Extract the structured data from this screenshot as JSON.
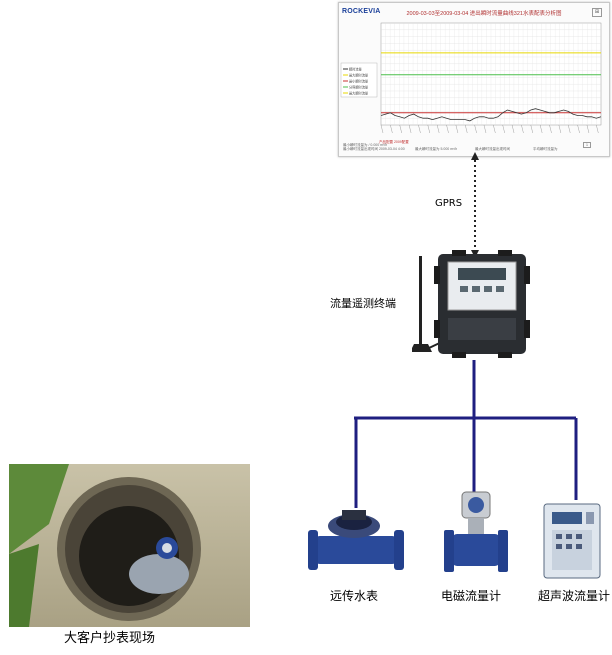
{
  "screenshot": {
    "brand": "ROCKEVIA",
    "title": "2009-03-03至2009-03-04  进出瞬时流量曲线321水表配表分析图",
    "footer_title": "产品配置 2009配置",
    "footer_lines": [
      "最小瞬时流量为 / 0.000 m³/h",
      "最小瞬时流量出现时间 2009-03-04 4:00",
      "最大瞬时流量为 5.000 m³/h",
      "最大瞬时流量出现时间",
      "平均瞬时流量为"
    ],
    "footer_page": "1",
    "legend": [
      "瞬时流量",
      "最大瞬时流量",
      "最小瞬时流量",
      "分界瞬时流量",
      "最大瞬时流量"
    ],
    "colors": {
      "upper": "#e8d800",
      "middle": "#4cbf4c",
      "lower": "#c83232",
      "series": "#333333"
    }
  },
  "labels": {
    "gprs": "GPRS",
    "terminal": "流量遥测终端",
    "water_meter": "远传水表",
    "em_flowmeter": "电磁流量计",
    "ultrasonic_flowmeter": "超声波流量计",
    "site": "大客户抄表现场"
  },
  "chart_data": {
    "type": "line",
    "x_count": 48,
    "ylim": [
      0,
      7.5
    ],
    "series": [
      {
        "values": [
          5.3,
          5.3,
          5.3,
          5.3,
          5.3,
          5.3,
          5.3,
          5.3,
          5.3,
          5.3,
          5.3,
          5.3,
          5.3,
          5.3,
          5.3,
          5.3,
          5.3,
          5.3,
          5.3,
          5.3,
          5.3,
          5.3,
          5.3,
          5.3,
          5.3,
          5.3,
          5.3,
          5.3,
          5.3,
          5.3,
          5.3,
          5.3,
          5.3,
          5.3,
          5.3,
          5.3,
          5.3,
          5.3,
          5.3,
          5.3,
          5.3,
          5.3,
          5.3,
          5.3,
          5.3,
          5.3,
          5.3,
          5.3
        ],
        "color": "upper"
      },
      {
        "values": [
          3.7,
          3.7,
          3.7,
          3.7,
          3.7,
          3.7,
          3.7,
          3.7,
          3.7,
          3.7,
          3.7,
          3.7,
          3.7,
          3.7,
          3.7,
          3.7,
          3.7,
          3.7,
          3.7,
          3.7,
          3.7,
          3.7,
          3.7,
          3.7,
          3.7,
          3.7,
          3.7,
          3.7,
          3.7,
          3.7,
          3.7,
          3.7,
          3.7,
          3.7,
          3.7,
          3.7,
          3.7,
          3.7,
          3.7,
          3.7,
          3.7,
          3.7,
          3.7,
          3.7,
          3.7,
          3.7,
          3.7,
          3.7
        ],
        "color": "middle"
      },
      {
        "values": [
          0.9,
          0.9,
          0.9,
          0.9,
          0.9,
          0.9,
          0.9,
          0.9,
          0.9,
          0.9,
          0.9,
          0.9,
          0.9,
          0.9,
          0.9,
          0.9,
          0.9,
          0.9,
          0.9,
          0.9,
          0.9,
          0.9,
          0.9,
          0.9,
          0.9,
          0.9,
          0.9,
          0.9,
          0.9,
          0.9,
          0.9,
          0.9,
          0.9,
          0.9,
          0.9,
          0.9,
          0.9,
          0.9,
          0.9,
          0.9,
          0.9,
          0.9,
          0.9,
          0.9,
          0.9,
          0.9,
          0.9,
          0.9
        ],
        "color": "lower"
      },
      {
        "values": [
          0.7,
          0.8,
          0.9,
          0.7,
          0.6,
          0.5,
          0.7,
          0.8,
          0.6,
          0.5,
          0.5,
          0.4,
          0.5,
          0.6,
          0.5,
          0.4,
          0.4,
          0.4,
          0.4,
          0.3,
          0.5,
          0.6,
          0.6,
          0.5,
          0.5,
          0.6,
          0.9,
          1.1,
          1.0,
          0.9,
          0.8,
          0.9,
          1.1,
          1.2,
          1.1,
          1.0,
          0.9,
          0.9,
          1.0,
          1.1,
          1.0,
          0.8,
          0.7,
          0.7,
          0.6,
          0.6,
          0.5,
          0.6
        ],
        "color": "series"
      }
    ]
  }
}
